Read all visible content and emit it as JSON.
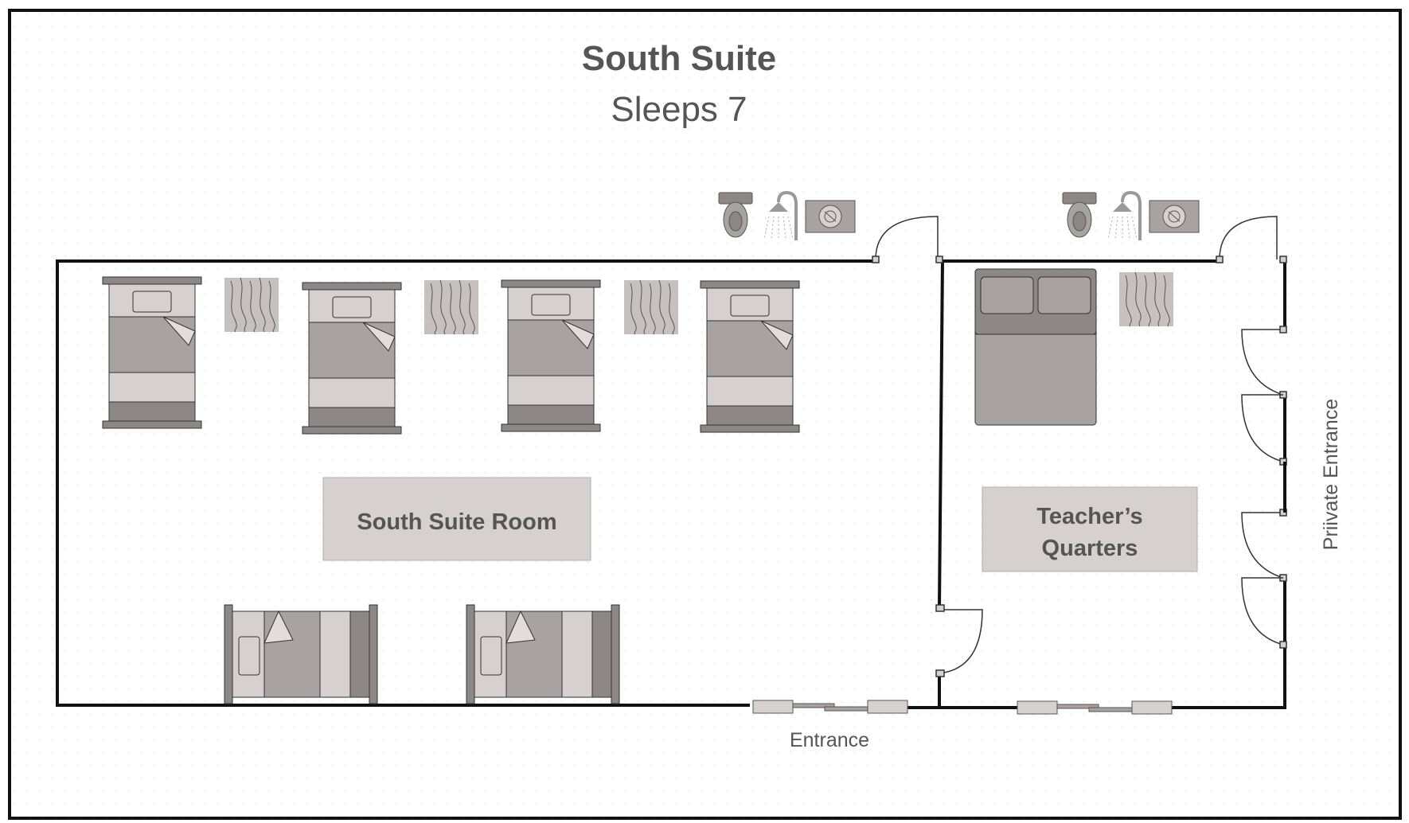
{
  "title": "South Suite",
  "subtitle": "Sleeps 7",
  "rooms": {
    "main": {
      "label": "South Suite Room"
    },
    "teacher": {
      "label_line1": "Teacher’s",
      "label_line2": "Quarters"
    }
  },
  "labels": {
    "entrance": "Entrance",
    "private_entrance": "Priivate Entrance"
  },
  "colors": {
    "wall": "#111111",
    "furniture": "#a9a2a2",
    "furniture_light": "#d6d0ce",
    "furniture_dark": "#7d7575",
    "text": "#555555"
  }
}
